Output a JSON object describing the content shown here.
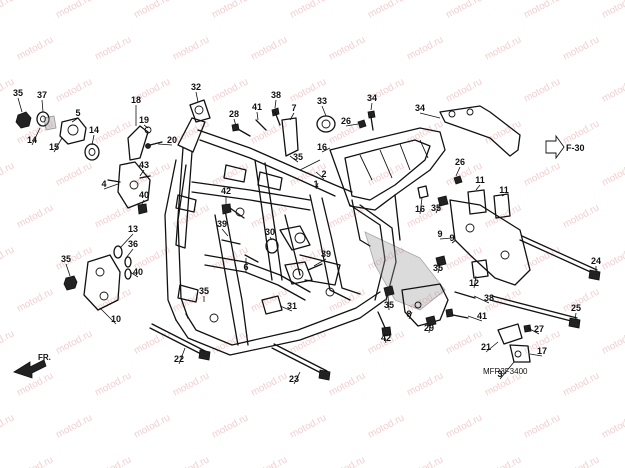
{
  "diagram": {
    "code": "MFR3F3400",
    "forward_label": "FR.",
    "reference_label": "F-30",
    "watermark": "motod.ru",
    "callouts": [
      {
        "label": "35"
      },
      {
        "label": "37"
      },
      {
        "label": "5"
      },
      {
        "label": "14"
      },
      {
        "label": "15"
      },
      {
        "label": "14"
      },
      {
        "label": "18"
      },
      {
        "label": "19"
      },
      {
        "label": "20"
      },
      {
        "label": "32"
      },
      {
        "label": "38"
      },
      {
        "label": "28"
      },
      {
        "label": "41"
      },
      {
        "label": "7"
      },
      {
        "label": "33"
      },
      {
        "label": "34"
      },
      {
        "label": "34"
      },
      {
        "label": "26"
      },
      {
        "label": "16"
      },
      {
        "label": "2"
      },
      {
        "label": "35"
      },
      {
        "label": "1"
      },
      {
        "label": "43"
      },
      {
        "label": "4"
      },
      {
        "label": "40"
      },
      {
        "label": "42"
      },
      {
        "label": "39"
      },
      {
        "label": "30"
      },
      {
        "label": "6"
      },
      {
        "label": "39"
      },
      {
        "label": "13"
      },
      {
        "label": "36"
      },
      {
        "label": "40"
      },
      {
        "label": "35"
      },
      {
        "label": "9"
      },
      {
        "label": "10"
      },
      {
        "label": "35"
      },
      {
        "label": "31"
      },
      {
        "label": "22"
      },
      {
        "label": "23"
      },
      {
        "label": "26"
      },
      {
        "label": "11"
      },
      {
        "label": "11"
      },
      {
        "label": "16"
      },
      {
        "label": "35"
      },
      {
        "label": "9"
      },
      {
        "label": "12"
      },
      {
        "label": "35"
      },
      {
        "label": "38"
      },
      {
        "label": "35"
      },
      {
        "label": "8"
      },
      {
        "label": "29"
      },
      {
        "label": "41"
      },
      {
        "label": "42"
      },
      {
        "label": "24"
      },
      {
        "label": "25"
      },
      {
        "label": "27"
      },
      {
        "label": "21"
      },
      {
        "label": "17"
      },
      {
        "label": "3"
      }
    ]
  }
}
